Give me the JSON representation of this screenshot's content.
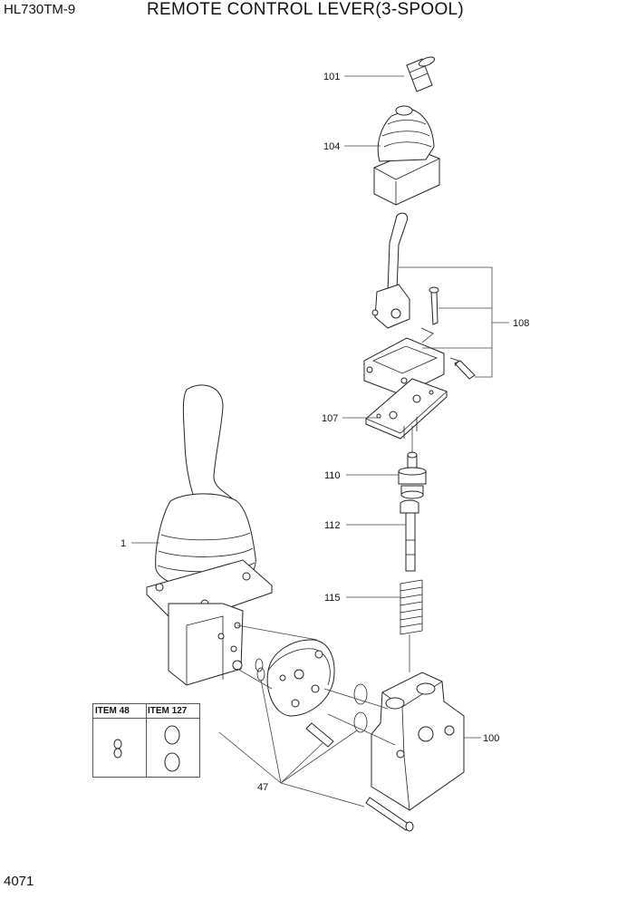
{
  "header": {
    "model": "HL730TM-9",
    "title": "REMOTE CONTROL LEVER(3-SPOOL)"
  },
  "footer": {
    "page_number": "4071"
  },
  "callouts": [
    "101",
    "104",
    "108",
    "107",
    "110",
    "112",
    "115",
    "100",
    "1",
    "47"
  ],
  "legend": {
    "item_48": "ITEM 48",
    "item_127": "ITEM 127"
  }
}
